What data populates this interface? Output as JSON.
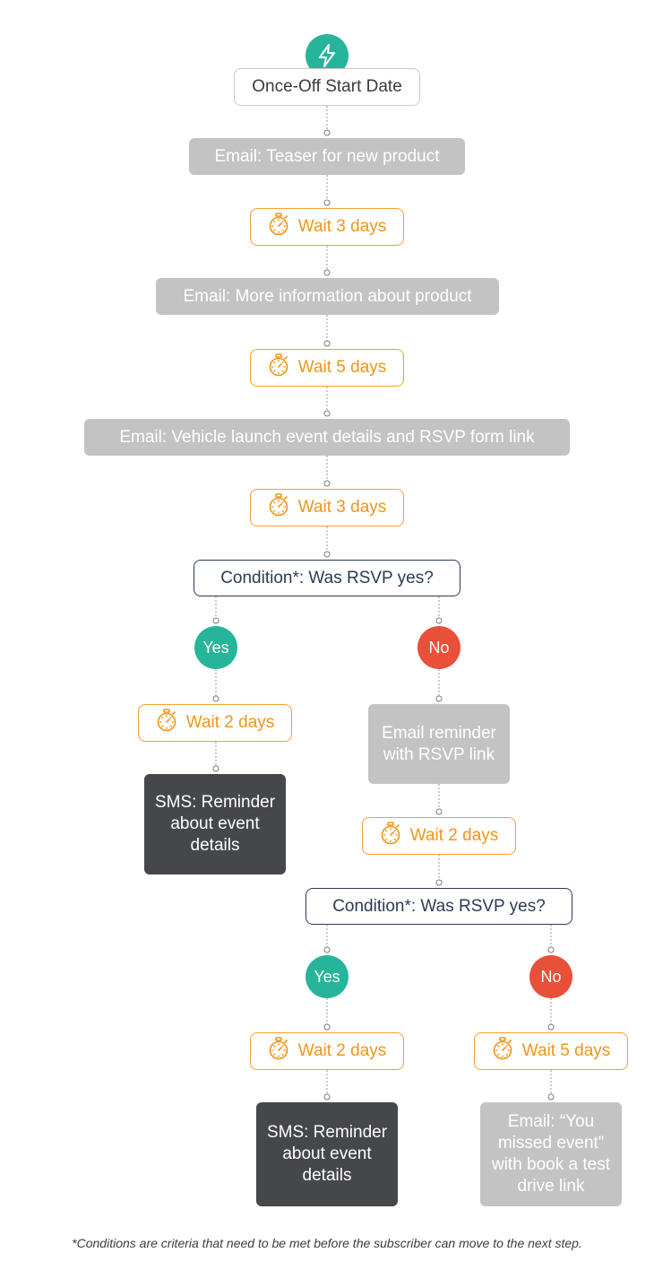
{
  "start": {
    "label": "Once-Off Start Date",
    "icon": "lightning-bolt-icon"
  },
  "steps": {
    "email_teaser": "Email: Teaser for new product",
    "wait_1": "Wait 3 days",
    "email_more_info": "Email: More information about product",
    "wait_2": "Wait 5 days",
    "email_launch": "Email: Vehicle launch event details and RSVP form link",
    "wait_3": "Wait 3 days",
    "condition_1": "Condition*: Was RSVP yes?"
  },
  "branch_1_yes": {
    "badge": "Yes",
    "wait": "Wait 2 days",
    "sms": "SMS: Reminder about event details"
  },
  "branch_1_no": {
    "badge": "No",
    "email": "Email reminder with RSVP link",
    "wait": "Wait 2 days",
    "condition": "Condition*: Was RSVP yes?"
  },
  "branch_2_yes": {
    "badge": "Yes",
    "wait": "Wait 2 days",
    "sms": "SMS: Reminder about event details"
  },
  "branch_2_no": {
    "badge": "No",
    "wait": "Wait 5 days",
    "email": "Email: “You missed event” with book a test drive link"
  },
  "footnote": "*Conditions are criteria that need to be met before the subscriber can move to the next step.",
  "colors": {
    "accent_green": "#26b59a",
    "accent_red": "#e8503a",
    "wait_orange": "#f29418",
    "email_gray": "#c3c3c4",
    "sms_dark": "#46474a",
    "condition_navy": "#2b3a55"
  },
  "icons": {
    "wait": "stopwatch-icon",
    "start": "lightning-bolt-icon"
  }
}
